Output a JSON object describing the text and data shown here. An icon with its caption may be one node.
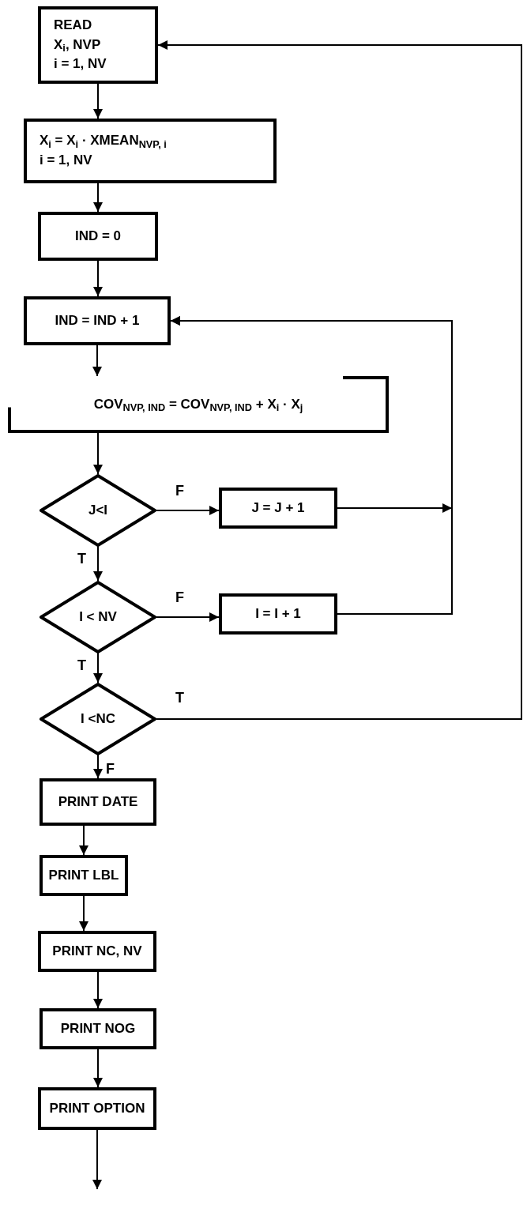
{
  "diagram": {
    "nodes": [
      {
        "text": [
          "READ",
          "X$_{i}$, NVP",
          "i = 1, NV"
        ]
      },
      {
        "text": [
          "X$_{i}$ = X$_{i}$ · XMEAN$_{NVP, i}$",
          "i = 1, NV"
        ]
      },
      {
        "text": [
          "IND = 0"
        ]
      },
      {
        "text": [
          "IND = IND + 1"
        ]
      },
      {
        "text": [
          "COV$_{NVP, IND}$ = COV$_{NVP, IND}$ + X$_{i}$ · X$_{j}$"
        ]
      },
      {
        "text": [
          "J<I"
        ]
      },
      {
        "text": [
          "J = J + 1"
        ]
      },
      {
        "text": [
          "I < NV"
        ]
      },
      {
        "text": [
          "I = I + 1"
        ]
      },
      {
        "text": [
          "I <NC"
        ]
      },
      {
        "text": [
          "PRINT DATE"
        ]
      },
      {
        "text": [
          "PRINT LBL"
        ]
      },
      {
        "text": [
          "PRINT NC, NV"
        ]
      },
      {
        "text": [
          "PRINT NOG"
        ]
      },
      {
        "text": [
          "PRINT OPTION"
        ]
      }
    ],
    "edges": [
      {
        "from": 0,
        "to": 1,
        "arrow": "to"
      },
      {
        "from": 1,
        "to": 2,
        "arrow": "to"
      },
      {
        "from": 2,
        "to": 3,
        "arrow": "to"
      },
      {
        "from": 3,
        "to": 4,
        "arrow": "to"
      },
      {
        "from": 4,
        "to": 5,
        "arrow": "to"
      },
      {
        "from": 5,
        "to": 6,
        "arrow": "to",
        "label": "F"
      },
      {
        "from": 6,
        "to": 3,
        "arrow": "to"
      },
      {
        "from": 5,
        "to": 7,
        "arrow": "to",
        "label": "T"
      },
      {
        "from": 7,
        "to": 8,
        "arrow": "to",
        "label": "F"
      },
      {
        "from": 8,
        "to": 3,
        "arrow": "to"
      },
      {
        "from": 7,
        "to": 9,
        "arrow": "to",
        "label": "T"
      },
      {
        "from": 9,
        "to": 0,
        "arrow": "to",
        "label": "T"
      },
      {
        "from": 9,
        "to": 10,
        "arrow": "to",
        "label": "F"
      },
      {
        "from": 10,
        "to": 11,
        "arrow": "to"
      },
      {
        "from": 11,
        "to": 12,
        "arrow": "to"
      },
      {
        "from": 12,
        "to": 13,
        "arrow": "to"
      },
      {
        "from": 13,
        "to": 14,
        "arrow": "to"
      },
      {
        "from": 14,
        "to": null,
        "arrow": "to"
      }
    ]
  }
}
